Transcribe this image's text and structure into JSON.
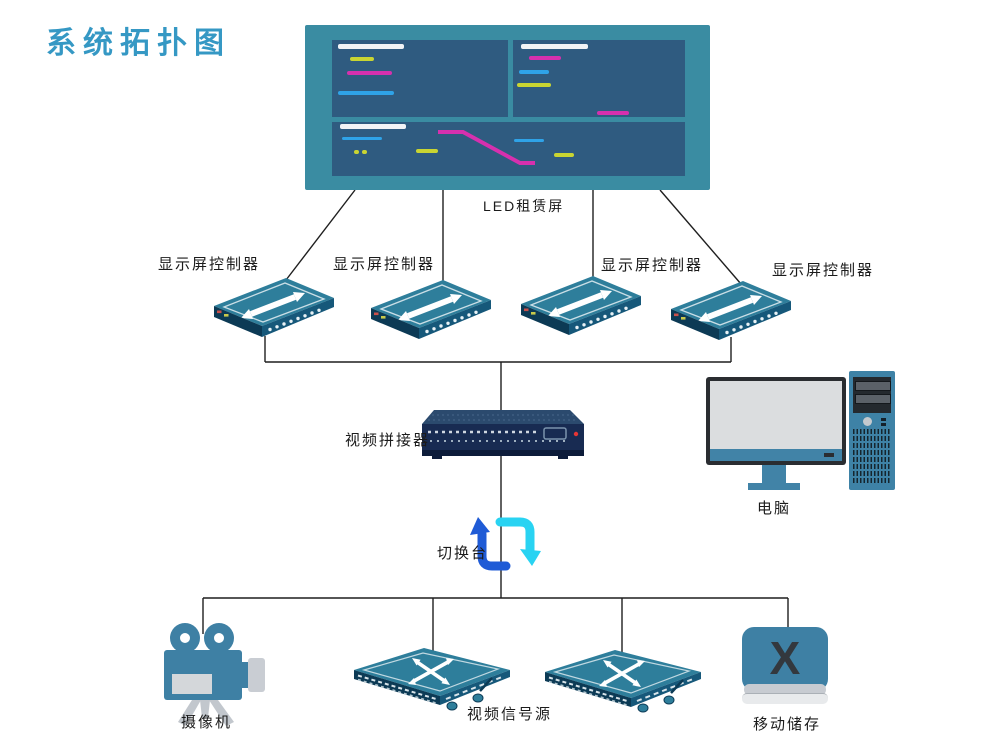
{
  "title": "系统拓扑图",
  "palette": {
    "title_color": "#3598C4",
    "device_teal": "#2E7E9B",
    "device_front_dark": "#0C3A55",
    "device_front_mid": "#16587A",
    "led_frame": "#3A8CA2",
    "led_panel": "#2F5B80",
    "bar_white": "#F2F4F6",
    "bar_yellow": "#C9D532",
    "bar_magenta": "#D630AE",
    "bar_cyan": "#2FA3E8",
    "splicer_navy": "#182B52",
    "computer_teal": "#4183A7",
    "switch_arrow_blue": "#1F5BD6",
    "switch_arrow_cyan": "#29D3F2",
    "wire_color": "#1F1F1F"
  },
  "nodes": {
    "led_screen": {
      "label": "LED租赁屏"
    },
    "controllers": [
      {
        "label": "显示屏控制器"
      },
      {
        "label": "显示屏控制器"
      },
      {
        "label": "显示屏控制器"
      },
      {
        "label": "显示屏控制器"
      }
    ],
    "video_splicer": {
      "label": "视频拼接器"
    },
    "computer": {
      "label": "电脑"
    },
    "switcher": {
      "label": "切换台"
    },
    "camera": {
      "label": "摄像机"
    },
    "video_source": {
      "label": "视频信号源",
      "count": 2
    },
    "mobile_storage": {
      "label": "移动储存",
      "icon_letter": "X"
    }
  }
}
